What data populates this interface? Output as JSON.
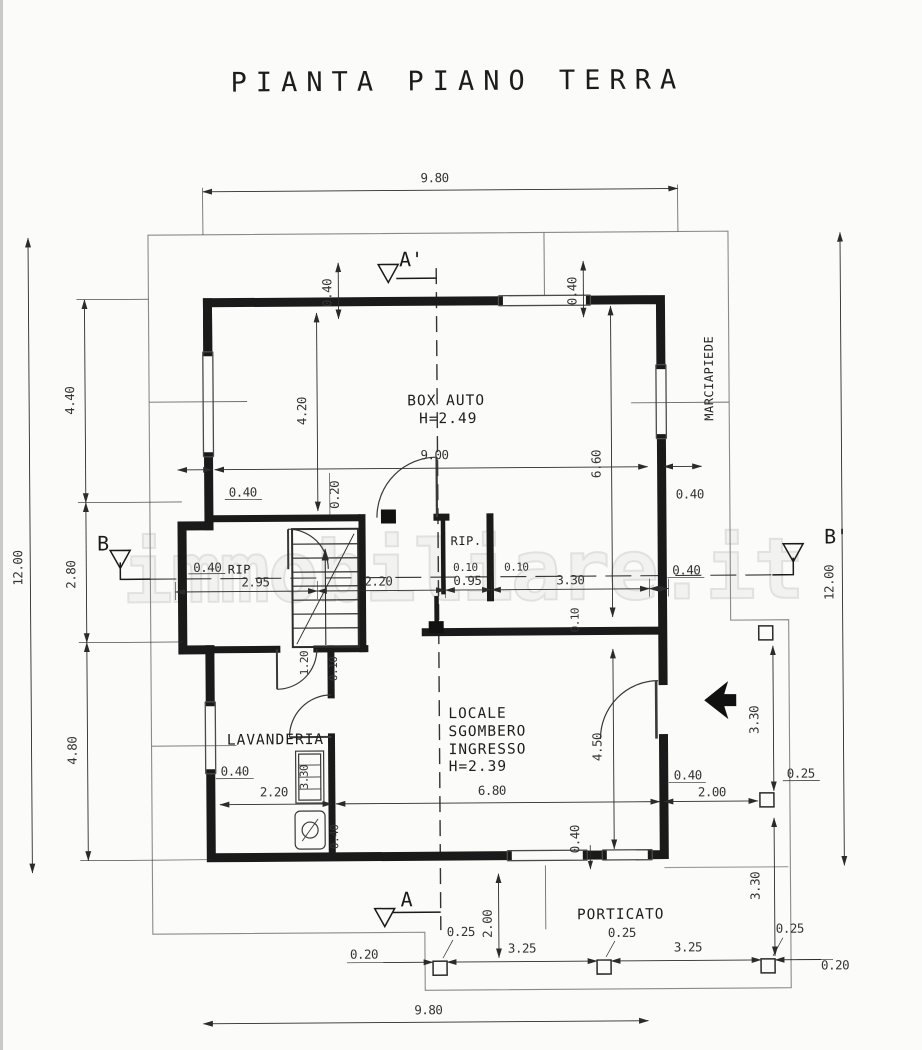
{
  "title": "PIANTA PIANO TERRA",
  "watermark": "immobiliare.it",
  "rooms": {
    "box_auto_name": "BOX AUTO",
    "box_auto_height": "H=2.49",
    "rip_left": "RIP",
    "rip_right": "RIP.",
    "lavanderia": "LAVANDERIA",
    "locale_line1": "LOCALE",
    "locale_line2": "SGOMBERO",
    "locale_line3": "INGRESSO",
    "locale_height": "H=2.39",
    "porticato": "PORTICATO",
    "marciapiede": "MARCIAPIEDE"
  },
  "sections": {
    "a": "A",
    "a_prime": "A'",
    "b": "B",
    "b_prime": "B'"
  },
  "dims": {
    "v980": "9.80",
    "v1200": "12.00",
    "v440": "4.40",
    "v280": "2.80",
    "v480": "4.80",
    "v420": "4.20",
    "v900": "9.00",
    "v660": "6.60",
    "v450": "4.50",
    "v680": "6.80",
    "v295": "2.95",
    "v220": "2.20",
    "v095": "0.95",
    "v330": "3.30",
    "v325": "3.25",
    "v200": "2.00",
    "v120": "1.20",
    "v040": "0.40",
    "v025": "0.25",
    "v020": "0.20",
    "v010": "0.10"
  },
  "colors": {
    "line": "#2b2b2b",
    "wall": "#1a1a1a",
    "paper": "#fbfbfa"
  }
}
